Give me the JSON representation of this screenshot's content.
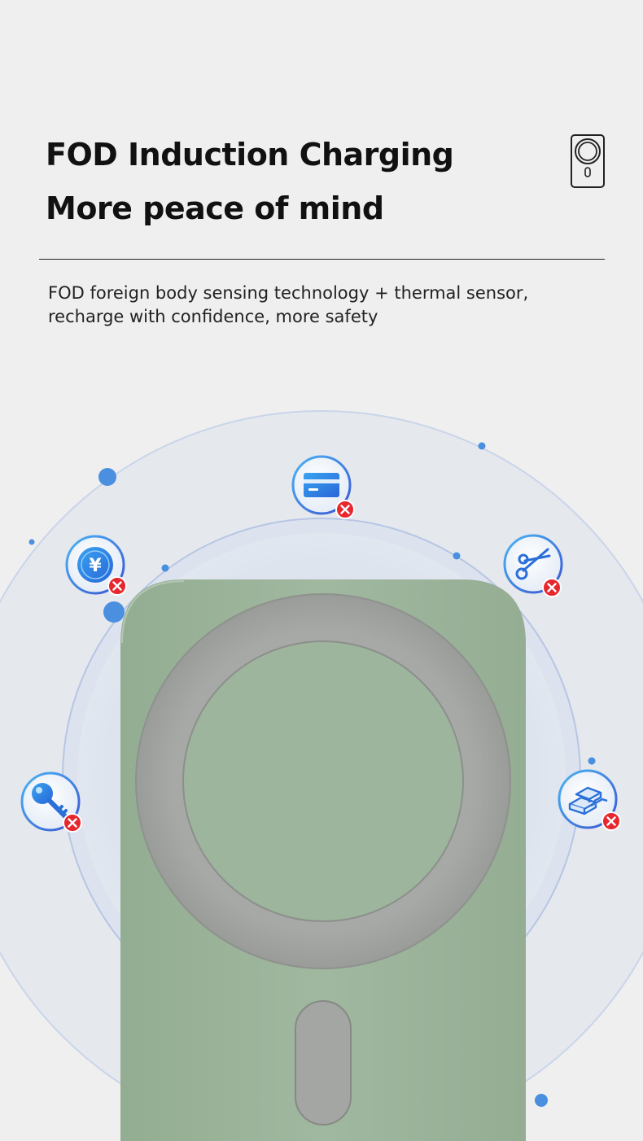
{
  "header": {
    "title_line1": "FOD Induction Charging",
    "title_line2": "More peace of mind",
    "icon": "power-bank-device-icon"
  },
  "description": {
    "line1": "FOD foreign body sensing technology + thermal sensor,",
    "line2": "recharge with confidence, more safety"
  },
  "foreign_objects": [
    {
      "name": "bank-card",
      "icon": "credit-card-icon",
      "blocked": true
    },
    {
      "name": "coin",
      "icon": "yen-coin-icon",
      "blocked": true
    },
    {
      "name": "scissors",
      "icon": "scissors-icon",
      "blocked": true
    },
    {
      "name": "key",
      "icon": "key-icon",
      "blocked": true
    },
    {
      "name": "metal-bars",
      "icon": "metal-bars-icon",
      "blocked": true
    }
  ],
  "colors": {
    "background": "#efefef",
    "device_green": "#9bb39a",
    "magnet_ring": "#a3a5a2",
    "accent_blue": "#2a8ee8",
    "blocked_red": "#e8262e"
  }
}
